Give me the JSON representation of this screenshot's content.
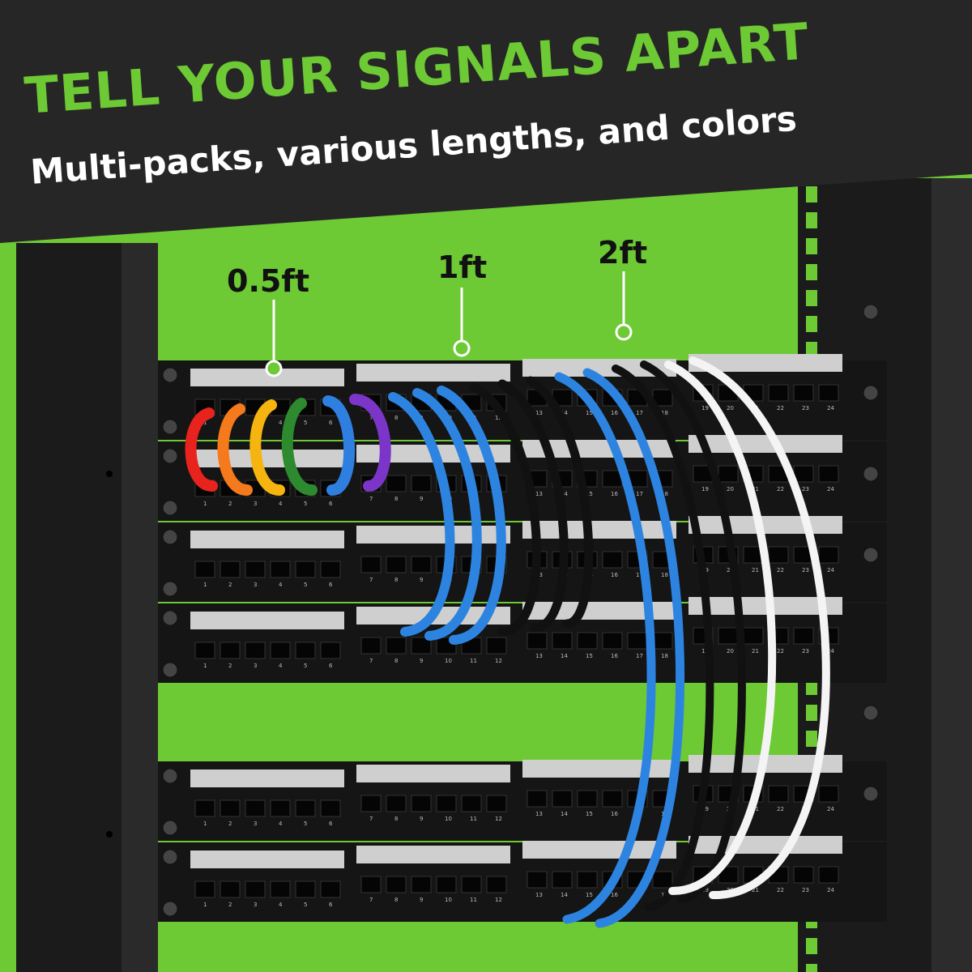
{
  "header": {
    "title": "TELL YOUR SIGNALS APART",
    "subtitle": "Multi-packs, various lengths, and colors"
  },
  "length_labels": [
    "0.5ft",
    "1ft",
    "2ft"
  ],
  "port_numbers": [
    "1",
    "2",
    "3",
    "4",
    "5",
    "6",
    "7",
    "8",
    "9",
    "10",
    "11",
    "12",
    "13",
    "14",
    "15",
    "16",
    "17",
    "18",
    "19",
    "20",
    "21",
    "22",
    "23",
    "24"
  ],
  "colors": {
    "brand_green": "#6dc934",
    "banner_dark": "#262626",
    "cable_colors": [
      "#e8231e",
      "#f47a1c",
      "#f5b40f",
      "#2e8a2e",
      "#2f7fe0",
      "#7b35c8",
      "#2d84e0",
      "#111111",
      "#f4f4f4"
    ]
  }
}
